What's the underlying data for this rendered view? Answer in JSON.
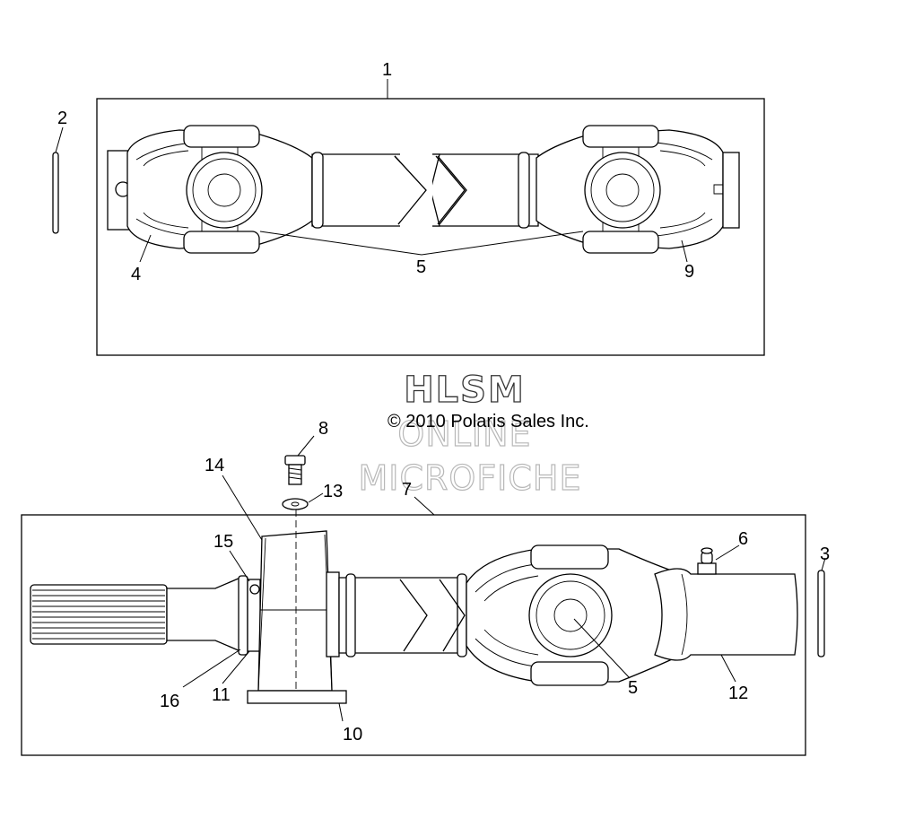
{
  "watermark": {
    "line1": "HLSM",
    "line2": "ONLINE",
    "line3": "MICROFICHE"
  },
  "copyright": "© 2010 Polaris Sales Inc.",
  "callouts": {
    "c1": "1",
    "c2": "2",
    "c3": "3",
    "c4": "4",
    "c5_top": "5",
    "c5_bottom": "5",
    "c6": "6",
    "c7": "7",
    "c8": "8",
    "c9": "9",
    "c10": "10",
    "c11": "11",
    "c12": "12",
    "c13": "13",
    "c14": "14",
    "c15": "15",
    "c16": "16"
  }
}
